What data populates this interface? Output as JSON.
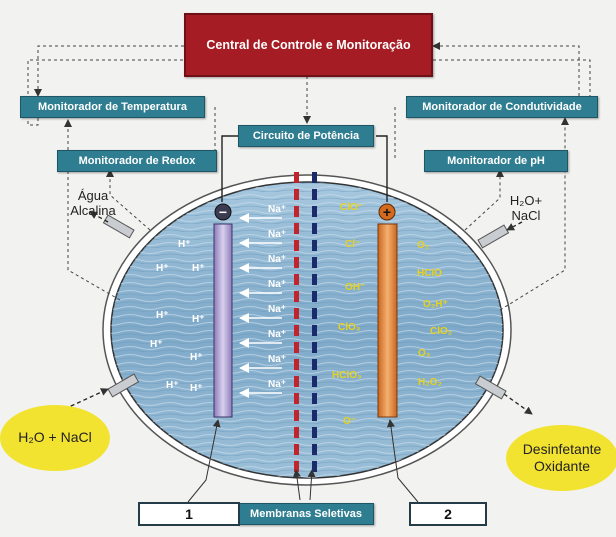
{
  "central": "Central de Controle e Monitoração",
  "monitors": {
    "temperature": "Monitorador de Temperatura",
    "redox": "Monitorador de Redox",
    "conductivity": "Monitorador de Condutividade",
    "ph": "Monitorador de pH"
  },
  "power_circuit": "Circuito de Potência",
  "membranes": "Membranas Seletivas",
  "label_1": "1",
  "label_2": "2",
  "alkaline_water": [
    "Água",
    "Alcalina"
  ],
  "input_right": [
    "H₂O+",
    "NaCl"
  ],
  "input_left": "H₂O + NaCl",
  "output_right": [
    "Desinfetante",
    "Oxidante"
  ],
  "cathode_sign": "−",
  "anode_sign": "+",
  "cathode_species": [
    "H⁺",
    "H⁺",
    "H⁺",
    "H⁺",
    "H⁺",
    "H⁺",
    "H⁺",
    "H⁺",
    "H⁺"
  ],
  "sodium_ions": [
    "Na⁺",
    "Na⁺",
    "Na⁺",
    "Na⁺",
    "Na⁺",
    "Na⁺",
    "Na⁺",
    "Na⁺"
  ],
  "membrane_anions": [
    "ClO⁻",
    "Cl⁻",
    "OH⁻",
    "ClO₃",
    "HClO₃",
    "O⁻"
  ],
  "anode_species": [
    "O₂",
    "HClO",
    "O₂H⁺",
    "ClO₂",
    "O₃",
    "H₂O₂"
  ],
  "colors": {
    "central": "#a51c24",
    "monitor": "#2f7d91",
    "water": "#8fb6d2",
    "anion_text": "#e8d21a",
    "ion_text": "#ffffff",
    "cathode": "#b4a6d6",
    "anode": "#e88f3c",
    "membrane_red": "#c0242c",
    "membrane_blue": "#1b2a6b"
  }
}
